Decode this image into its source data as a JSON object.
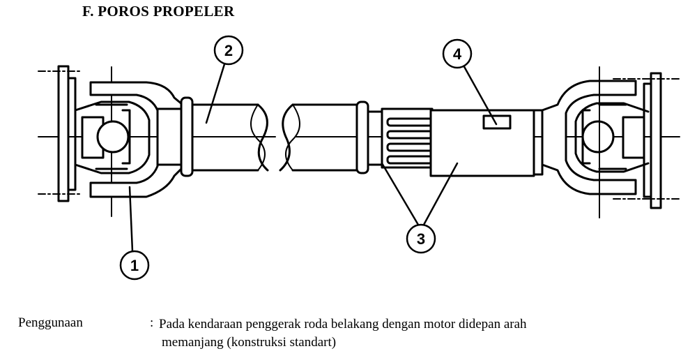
{
  "section": {
    "title": "F.  POROS PROPELER"
  },
  "diagram": {
    "callouts": [
      {
        "id": "1",
        "label": "1"
      },
      {
        "id": "2",
        "label": "2"
      },
      {
        "id": "3",
        "label": "3"
      },
      {
        "id": "4",
        "label": "4"
      }
    ]
  },
  "usage": {
    "label": "Penggunaan",
    "colon": ":",
    "line1": "Pada kendaraan penggerak roda belakang dengan motor didepan arah",
    "line2": "memanjang (konstruksi standart)"
  }
}
